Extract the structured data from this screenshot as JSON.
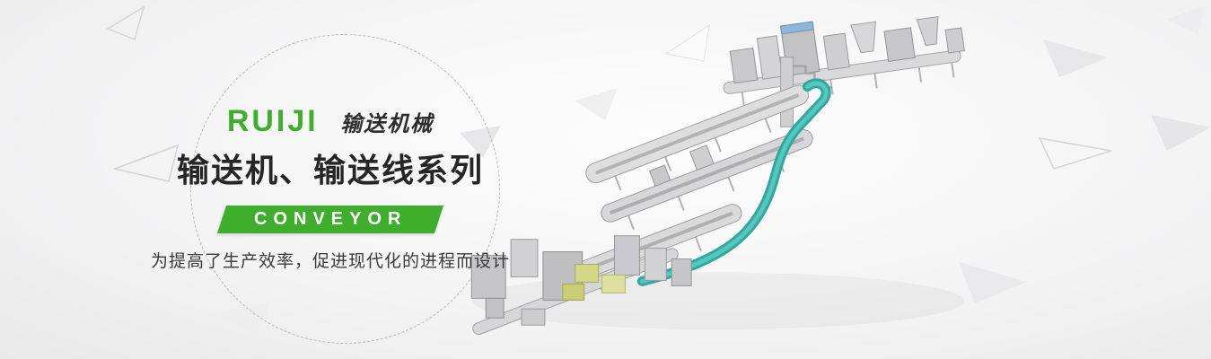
{
  "banner": {
    "brand": {
      "name": "RUIJI",
      "subtitle": "输送机械"
    },
    "title": {
      "text": "输送机、输送线系列"
    },
    "ribbon": {
      "label": "CONVEYOR"
    },
    "tagline": {
      "text": "为提高了生产效率，促进现代化的进程而设计"
    },
    "illustration": {
      "name": "conveyor-production-line-3d-render"
    },
    "colors": {
      "accent_green": "#3fae2d",
      "belt_teal": "#38b2a9",
      "text_dark": "#262626",
      "background_light": "#f2f2f3"
    }
  }
}
